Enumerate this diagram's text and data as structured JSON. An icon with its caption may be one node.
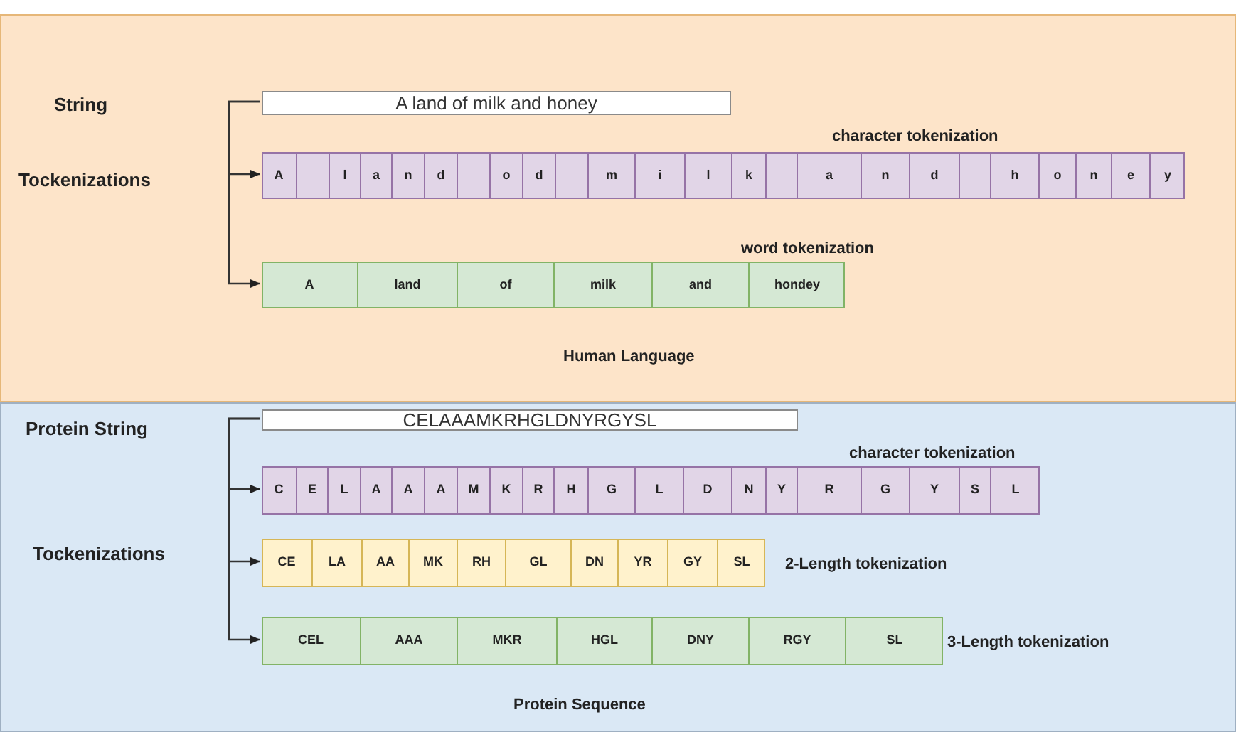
{
  "diagram": {
    "nodes": [
      {
        "text": [
          "Human Language"
        ]
      },
      {
        "text": [
          "A land of milk and honey"
        ],
        "in": 0
      },
      {
        "text": [],
        "shape": "bar",
        "in": 0,
        "beside": [
          "character tokenization"
        ]
      },
      {
        "text": [
          "A"
        ],
        "in": 2
      },
      {
        "text": [],
        "shape": "box",
        "in": 2
      },
      {
        "text": [
          "l"
        ],
        "in": 2
      },
      {
        "text": [
          "a"
        ],
        "in": 2
      },
      {
        "text": [
          "n"
        ],
        "in": 2
      },
      {
        "text": [
          "d"
        ],
        "in": 2
      },
      {
        "text": [],
        "shape": "box",
        "in": 2
      },
      {
        "text": [
          "o"
        ],
        "in": 2
      },
      {
        "text": [
          "d"
        ],
        "in": 2
      },
      {
        "text": [],
        "shape": "box",
        "in": 2
      },
      {
        "text": [
          "m"
        ],
        "in": 2
      },
      {
        "text": [
          "i"
        ],
        "in": 2
      },
      {
        "text": [
          "l"
        ],
        "in": 2
      },
      {
        "text": [
          "k"
        ],
        "in": 2
      },
      {
        "text": [],
        "shape": "box",
        "in": 2
      },
      {
        "text": [
          "a"
        ],
        "in": 2
      },
      {
        "text": [
          "n"
        ],
        "in": 2
      },
      {
        "text": [
          "d"
        ],
        "in": 2
      },
      {
        "text": [],
        "shape": "box",
        "in": 2
      },
      {
        "text": [
          "h"
        ],
        "in": 2
      },
      {
        "text": [
          "o"
        ],
        "in": 2
      },
      {
        "text": [
          "n"
        ],
        "in": 2
      },
      {
        "text": [
          "e"
        ],
        "in": 2
      },
      {
        "text": [
          "y"
        ],
        "in": 2
      },
      {
        "text": [],
        "shape": "bar",
        "in": 0,
        "beside": [
          "word tokenization"
        ]
      },
      {
        "text": [
          "A"
        ],
        "in": 27
      },
      {
        "text": [
          "land"
        ],
        "in": 27
      },
      {
        "text": [
          "of"
        ],
        "in": 27
      },
      {
        "text": [
          "milk"
        ],
        "in": 27
      },
      {
        "text": [
          "and"
        ],
        "in": 27
      },
      {
        "text": [
          "hondey"
        ],
        "in": 27
      },
      {
        "text": [
          "Protein Sequence"
        ]
      },
      {
        "text": [
          "CELAAAMKRHGLDNYRGYSL"
        ],
        "in": 34
      },
      {
        "text": [],
        "shape": "bar",
        "in": 34,
        "beside": [
          "character tokenization"
        ]
      },
      {
        "text": [
          "C"
        ],
        "in": 36
      },
      {
        "text": [
          "E"
        ],
        "in": 36
      },
      {
        "text": [
          "L"
        ],
        "in": 36
      },
      {
        "text": [
          "A"
        ],
        "in": 36
      },
      {
        "text": [
          "A"
        ],
        "in": 36
      },
      {
        "text": [
          "A"
        ],
        "in": 36
      },
      {
        "text": [
          "M"
        ],
        "in": 36
      },
      {
        "text": [
          "K"
        ],
        "in": 36
      },
      {
        "text": [
          "R"
        ],
        "in": 36
      },
      {
        "text": [
          "H"
        ],
        "in": 36
      },
      {
        "text": [
          "G"
        ],
        "in": 36
      },
      {
        "text": [
          "L"
        ],
        "in": 36
      },
      {
        "text": [
          "D"
        ],
        "in": 36
      },
      {
        "text": [
          "N"
        ],
        "in": 36
      },
      {
        "text": [
          "Y"
        ],
        "in": 36
      },
      {
        "text": [
          "R"
        ],
        "in": 36
      },
      {
        "text": [
          "G"
        ],
        "in": 36
      },
      {
        "text": [
          "Y"
        ],
        "in": 36
      },
      {
        "text": [
          "S"
        ],
        "in": 36
      },
      {
        "text": [
          "L"
        ],
        "in": 36
      },
      {
        "text": [],
        "shape": "bar",
        "in": 34,
        "beside": [
          "2-Length tokenization"
        ]
      },
      {
        "text": [
          "CE"
        ],
        "in": 57
      },
      {
        "text": [
          "LA"
        ],
        "in": 57
      },
      {
        "text": [
          "AA"
        ],
        "in": 57
      },
      {
        "text": [
          "MK"
        ],
        "in": 57
      },
      {
        "text": [
          "RH"
        ],
        "in": 57
      },
      {
        "text": [
          "GL"
        ],
        "in": 57
      },
      {
        "text": [
          "DN"
        ],
        "in": 57
      },
      {
        "text": [
          "YR"
        ],
        "in": 57
      },
      {
        "text": [
          "GY"
        ],
        "in": 57
      },
      {
        "text": [
          "SL"
        ],
        "in": 57
      },
      {
        "text": [],
        "shape": "bar",
        "in": 34,
        "beside": [
          "3-Length tokenization"
        ]
      },
      {
        "text": [
          "CEL"
        ],
        "in": 68
      },
      {
        "text": [
          "AAA"
        ],
        "in": 68
      },
      {
        "text": [
          "MKR"
        ],
        "in": 68
      },
      {
        "text": [
          "HGL"
        ],
        "in": 68
      },
      {
        "text": [
          "DNY"
        ],
        "in": 68
      },
      {
        "text": [
          "RGY"
        ],
        "in": 68
      },
      {
        "text": [
          "SL"
        ],
        "in": 68
      }
    ],
    "edges": [
      {
        "from": 1,
        "to": 2,
        "arrow": "to"
      },
      {
        "from": 1,
        "to": 27,
        "arrow": "to"
      },
      {
        "from": 35,
        "to": 36,
        "arrow": "to"
      },
      {
        "from": 35,
        "to": 57,
        "arrow": "to"
      },
      {
        "from": 35,
        "to": 68,
        "arrow": "to"
      }
    ],
    "labels": [
      "String",
      "Tockenizations",
      "Protein String",
      "Tockenizations"
    ]
  }
}
